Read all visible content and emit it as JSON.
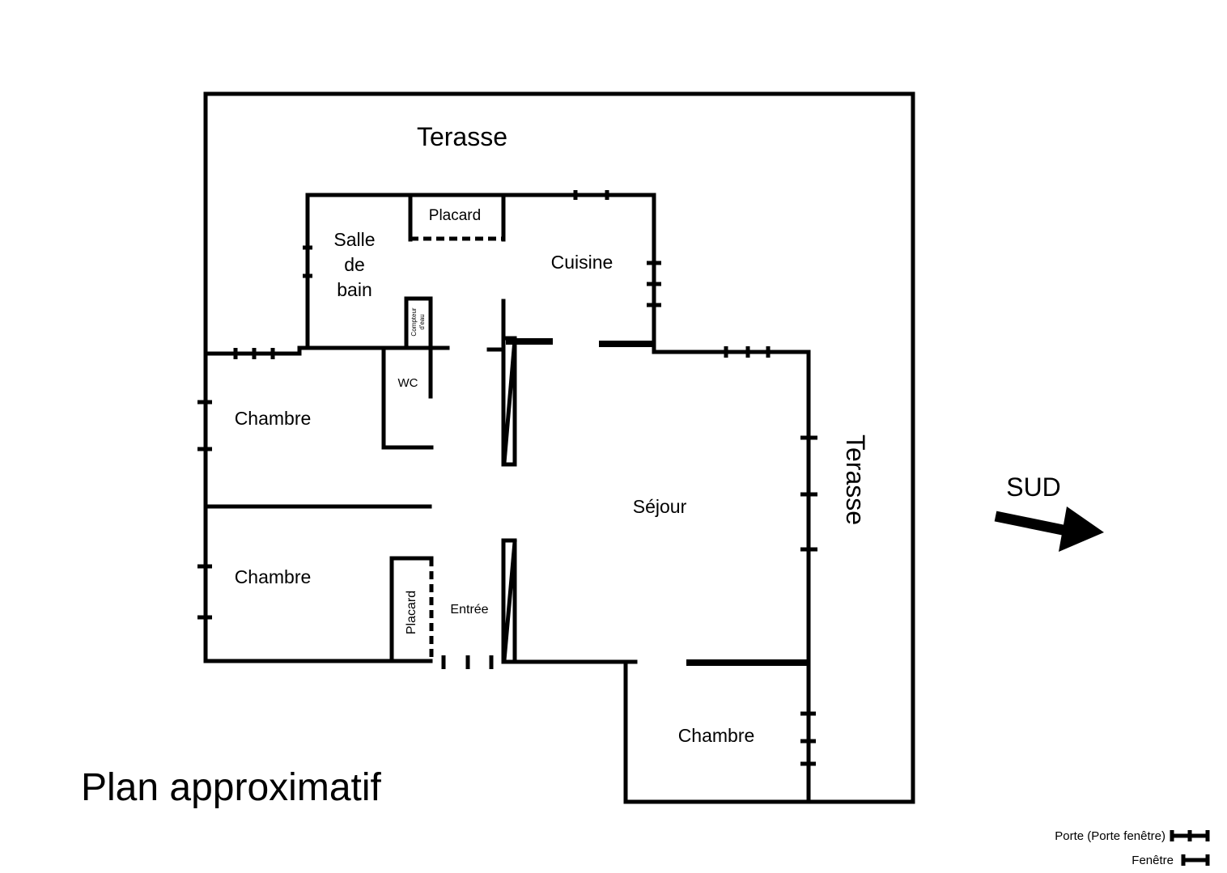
{
  "plan": {
    "title": "Plan approximatif",
    "rooms": {
      "terrace_top": "Terasse",
      "terrace_right": "Terasse",
      "bath_line1": "Salle",
      "bath_line2": "de",
      "bath_line3": "bain",
      "closet_top": "Placard",
      "kitchen": "Cuisine",
      "meter_line1": "Compteur",
      "meter_line2": "d'eau",
      "wc": "WC",
      "bedroom_upper_left": "Chambre",
      "bedroom_lower_left": "Chambre",
      "bedroom_bottom": "Chambre",
      "closet_left": "Placard",
      "entrance": "Entrée",
      "living": "Séjour"
    },
    "orientation": {
      "label": "SUD"
    },
    "legend": {
      "door_label": "Porte (Porte fenêtre)",
      "window_label": "Fenêtre"
    }
  }
}
